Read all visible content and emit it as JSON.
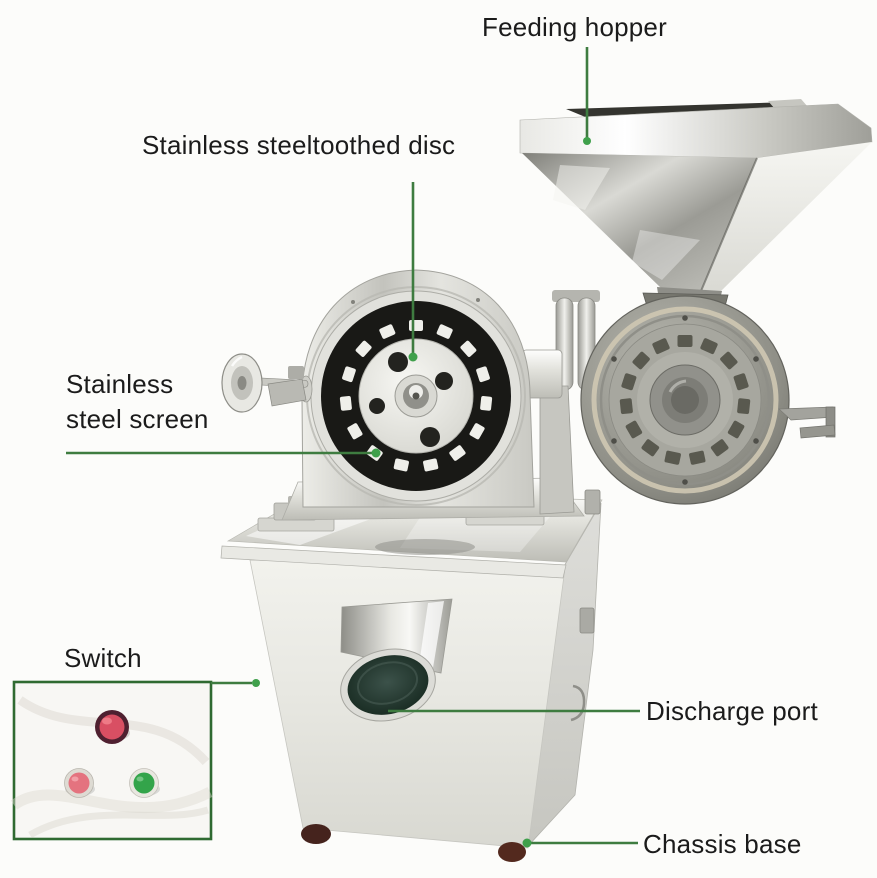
{
  "labels": {
    "feeding_hopper": "Feeding hopper",
    "toothed_disc": "Stainless steeltoothed disc",
    "screen_line1": "Stainless",
    "screen_line2": "steel screen",
    "switch": "Switch",
    "discharge_port": "Discharge port",
    "chassis_base": "Chassis base"
  },
  "colors": {
    "background": "#fcfcfa",
    "label_text": "#1b1b1b",
    "leader_line": "#3e7c40",
    "leader_dot": "#3fa04b",
    "inset_border": "#2f6a31",
    "switch_button_red": "#d94f63",
    "switch_button_pink": "#e4737f",
    "switch_button_green": "#33a44a"
  }
}
